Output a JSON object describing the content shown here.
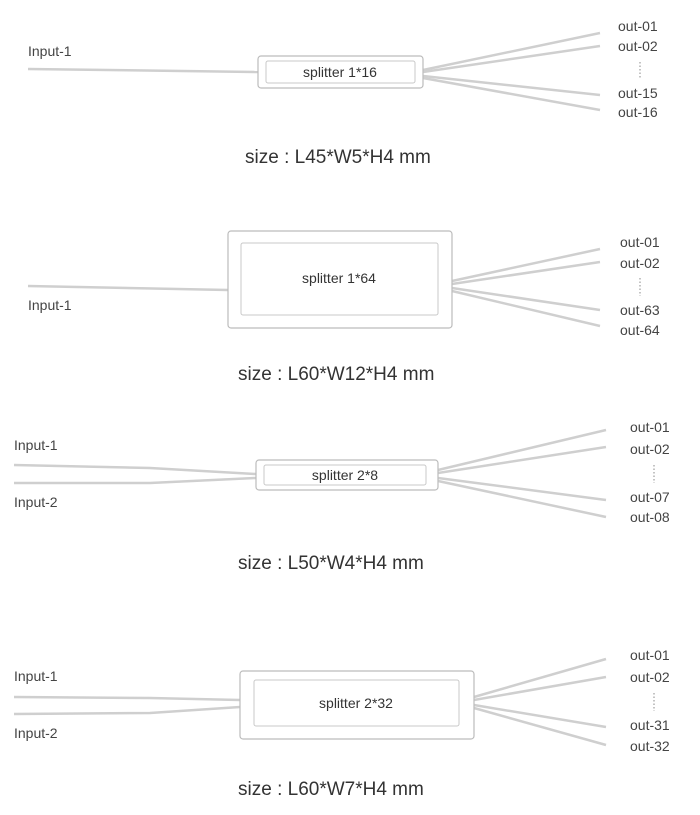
{
  "diagrams": [
    {
      "splitter_label": "splitter 1*16",
      "inputs": [
        "Input-1"
      ],
      "outputs": [
        "out-01",
        "out-02",
        "out-15",
        "out-16"
      ],
      "size": "size : L45*W5*H4 mm"
    },
    {
      "splitter_label": "splitter 1*64",
      "inputs": [
        "Input-1"
      ],
      "outputs": [
        "out-01",
        "out-02",
        "out-63",
        "out-64"
      ],
      "size": "size : L60*W12*H4 mm"
    },
    {
      "splitter_label": "splitter 2*8",
      "inputs": [
        "Input-1",
        "Input-2"
      ],
      "outputs": [
        "out-01",
        "out-02",
        "out-07",
        "out-08"
      ],
      "size": "size : L50*W4*H4 mm"
    },
    {
      "splitter_label": "splitter 2*32",
      "inputs": [
        "Input-1",
        "Input-2"
      ],
      "outputs": [
        "out-01",
        "out-02",
        "out-31",
        "out-32"
      ],
      "size": "size : L60*W7*H4 mm"
    }
  ],
  "colors": {
    "fiber": "#cfcfcf",
    "box_border": "#bcbcbc",
    "dots": "#b0b0b0"
  }
}
